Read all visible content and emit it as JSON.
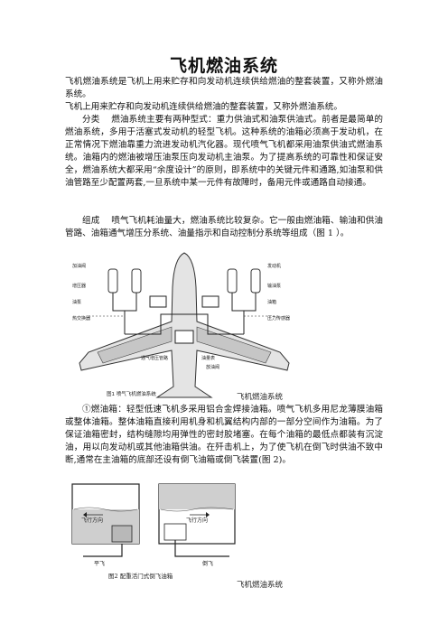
{
  "title": "飞机燃油系统",
  "paragraphs": [
    "飞机燃油系统是飞机上用来贮存和向发动机连续供给燃油的整套装置，又称外燃油系统。",
    "飞机上用来贮存和向发动机连续供给燃油的整套装置，又称外燃油系统。",
    "分类　 燃油系统主要有两种型式：重力供油式和油泵供油式。前者是最简单的燃油系统，多用于活塞式发动机的轻型飞机。这种系统的油箱必须高于发动机，在正常情况下燃油靠重力流进发动机汽化器。现代喷气飞机都采用油泵供油式燃油系统。油箱内的燃油被增压油泵压向发动机主油泵。为了提高系统的可靠性和保证安全，燃油系统大都采用“余度设计”的原则，即系统中的关键元件和通路,如油泵和供油管路至少配置两套,一旦系统中某一元件有故障时，备用元件或通路自动接通。",
    "组成　 喷气飞机耗油量大，燃油系统比较复杂。它一般由燃油箱、输油和供油管路、油箱通气增压分系统、油量指示和自动控制分系统等组成（图 1 ）。",
    "①燃油箱：轻型低速飞机多采用铝合金焊接油箱。喷气飞机多用尼龙薄膜油箱或整体油箱。整体油箱直接利用机身和机翼结构内部的一部分空间作为油箱。为了保证油箱密封，结构缝隙均用弹性的密封胶堵塞。在每个油箱的最低点都装有沉淀油，用以向发动机或其他油箱供油。在歼击机上，为了使飞机在倒飞时供油不致中断,通常在主油箱的底部还设有倒飞油箱或倒飞装置(图 2)。"
  ],
  "figure1": {
    "caption": "飞机燃油系统",
    "inline_caption": "图1  喷气飞机燃油系统",
    "labels_left": [
      "加油阀",
      "增压器",
      "油泵",
      "热交换器"
    ],
    "labels_right": [
      "发动机",
      "输油泵",
      "油箱",
      "压力传感器"
    ],
    "labels_bottom": [
      "通气增压管路",
      "油量表",
      "放油阀"
    ]
  },
  "figure2": {
    "caption": "飞机燃油系统",
    "inline_caption": "图2  配重活门式倒飞油箱",
    "label_left_direction": "飞行方向",
    "label_right_direction": "飞行方向",
    "label_left_mode": "平飞",
    "label_right_mode": "倒飞"
  }
}
